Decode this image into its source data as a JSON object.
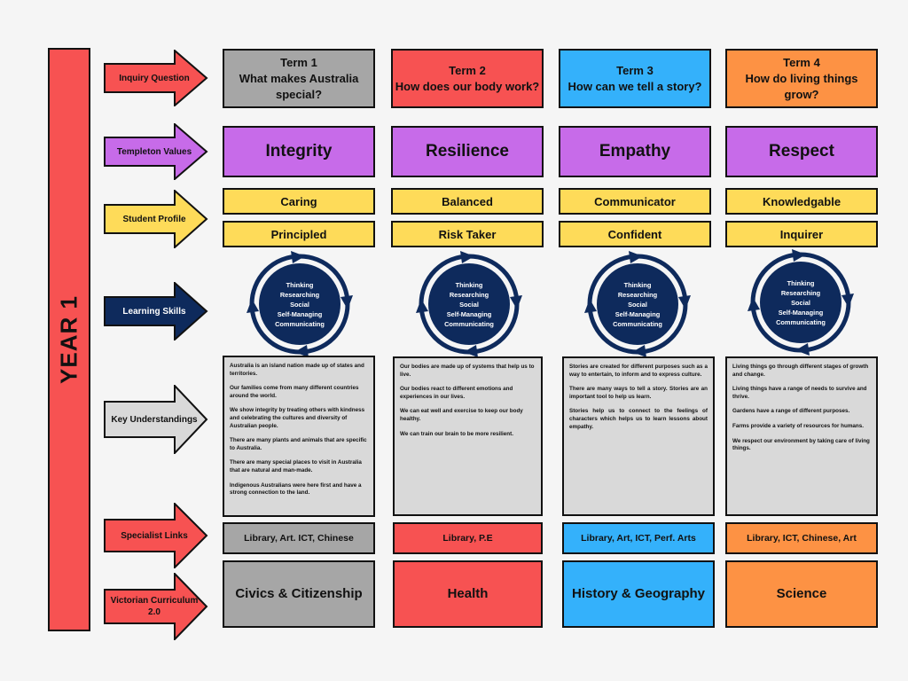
{
  "year_label": "YEAR 1",
  "row_labels": {
    "inquiry": "Inquiry Question",
    "values": "Templeton Values",
    "profile": "Student Profile",
    "skills": "Learning Skills",
    "understandings": "Key Understandings",
    "specialist": "Specialist Links",
    "curriculum": "Victorian Curriculum 2.0"
  },
  "terms": [
    {
      "term": "Term 1",
      "question": "What makes Australia special?",
      "value": "Integrity",
      "profile": [
        "Caring",
        "Principled"
      ],
      "skills": [
        "Thinking",
        "Researching",
        "Social",
        "Self-Managing",
        "Communicating"
      ],
      "understandings": [
        "Australia is an island nation made up of states and territories.",
        "Our families come from many different countries around the world.",
        "We show integrity by treating others with kindness and celebrating the cultures and diversity of Australian people.",
        "There are many plants and animals that are specific to Australia.",
        "There are many special places to visit in Australia that are natural and man-made.",
        "Indigenous Australians were here first and have a strong connection to the land."
      ],
      "specialist": "Library, Art. ICT, Chinese",
      "curriculum": "Civics & Citizenship",
      "color": "#a6a6a6"
    },
    {
      "term": "Term 2",
      "question": "How does our body work?",
      "value": "Resilience",
      "profile": [
        "Balanced",
        "Risk Taker"
      ],
      "skills": [
        "Thinking",
        "Researching",
        "Social",
        "Self-Managing",
        "Communicating"
      ],
      "understandings": [
        "Our bodies are made up of systems that help us to live.",
        "Our bodies react to different emotions and experiences in our lives.",
        "We can eat well and exercise to keep our body healthy.",
        "We can train our brain to be more resilient."
      ],
      "specialist": "Library, P.E",
      "curriculum": "Health",
      "color": "#f75252"
    },
    {
      "term": "Term 3",
      "question": "How can we tell a story?",
      "value": "Empathy",
      "profile": [
        "Communicator",
        "Confident"
      ],
      "skills": [
        "Thinking",
        "Researching",
        "Social",
        "Self-Managing",
        "Communicating"
      ],
      "understandings": [
        "Stories are created for different purposes such as a way to entertain, to inform and to express culture.",
        "There are many ways to tell a story. Stories are an important tool to help us learn.",
        "Stories help us to connect to the feelings of characters which helps us to learn lessons about empathy."
      ],
      "specialist": "Library, Art, ICT, Perf. Arts",
      "curriculum": "History & Geography",
      "color": "#34b1fb"
    },
    {
      "term": "Term 4",
      "question": "How do living things grow?",
      "value": "Respect",
      "profile": [
        "Knowledgable",
        "Inquirer"
      ],
      "skills": [
        "Thinking",
        "Researching",
        "Social",
        "Self-Managing",
        "Communicating"
      ],
      "understandings": [
        "Living things go through different stages of growth and change.",
        "Living things have a range of needs to survive and thrive.",
        "Gardens have a range of different purposes.",
        "Farms provide a variety of resources for humans.",
        "We respect our environment by taking care of living things."
      ],
      "specialist": "Library, ICT, Chinese, Art",
      "curriculum": "Science",
      "color": "#fd9244"
    }
  ],
  "colors": {
    "year_bar": "#f75252",
    "inquiry_arrow": "#f75252",
    "values": "#c76be9",
    "profile": "#fedb59",
    "skills_arrow": "#0e2a5c",
    "cycle": "#0e2a5c",
    "understandings": "#d9d9d9"
  }
}
